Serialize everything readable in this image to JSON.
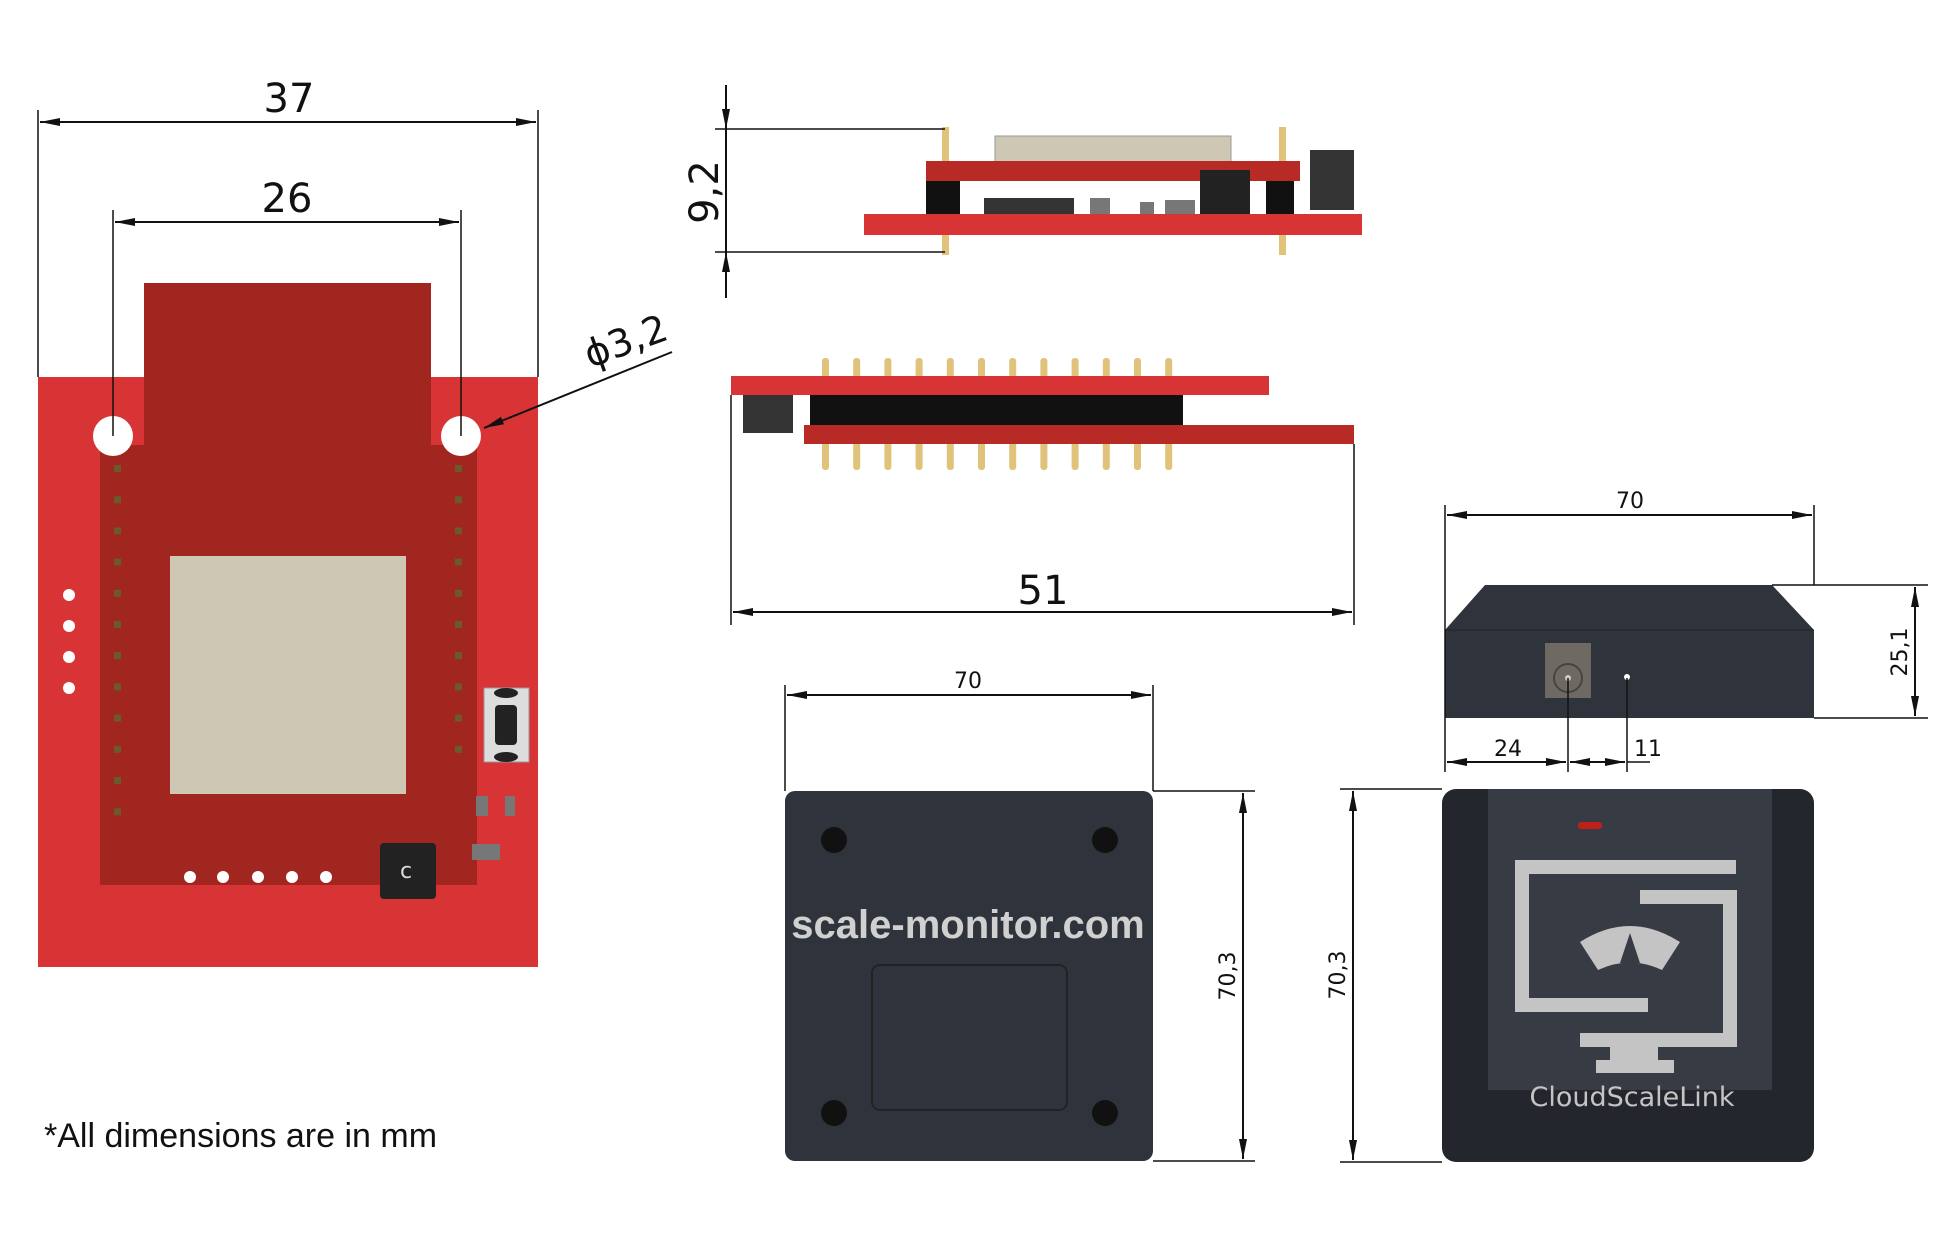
{
  "dimensions": {
    "pcb_width": "37",
    "hole_spacing": "26",
    "hole_diameter": "ϕ3,2",
    "pcb_stack_height": "9,2",
    "pcb_length": "51",
    "box_side_width": "70",
    "box_side_height": "25,1",
    "jack_offset": "24",
    "led_offset": "11",
    "box_bottom_width": "70",
    "box_bottom_depth": "70,3",
    "box_top_depth": "70,3"
  },
  "labels": {
    "bottom_brand": "scale-monitor.com",
    "top_brand": "CloudScaleLink",
    "units_note": "*All dimensions are in mm"
  },
  "colors": {
    "pcb_red": "#d83436",
    "pcb_dark_red": "#a12620",
    "module_beige": "#cdc7b4",
    "enclosure": "#2f343c",
    "logo_gray": "#c4c4c4",
    "led_red": "#c0201c"
  }
}
